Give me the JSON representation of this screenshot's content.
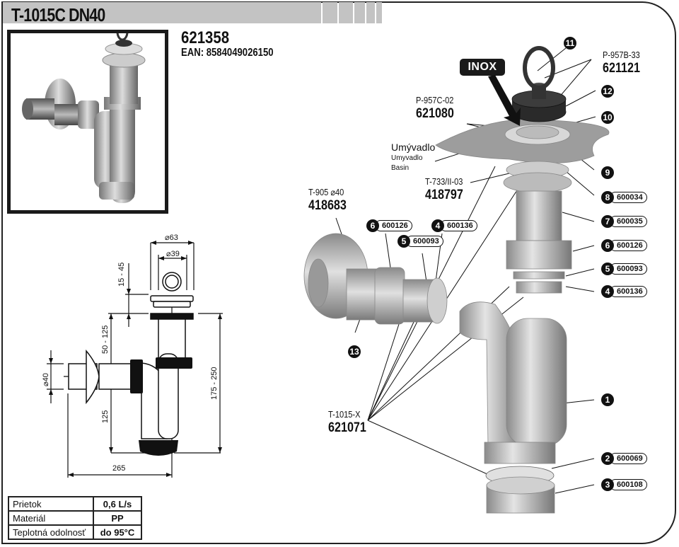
{
  "header": {
    "title": "T-1015C DN40",
    "product_code": "621358",
    "ean": "EAN: 8584049026150"
  },
  "dimensions": {
    "d63": "⌀63",
    "d39": "⌀39",
    "h15_45": "15 - 45",
    "h50_125": "50 - 125",
    "d40": "⌀40",
    "h125": "125",
    "h175_250": "175 - 250",
    "w265": "265"
  },
  "callouts": {
    "inox": "INOX",
    "p957b_name": "P-957B-33",
    "p957b_code": "621121",
    "p957c_name": "P-957C-02",
    "p957c_code": "621080",
    "basin_title": "Umývadlo",
    "basin_sub1": "Umyvadlo",
    "basin_sub2": "Basin",
    "t733_name": "T-733/II-03",
    "t733_code": "418797",
    "t905_name": "T-905 ⌀40",
    "t905_code": "418683",
    "t1015x_name": "T-1015-X",
    "t1015x_code": "621071"
  },
  "parts": [
    {
      "num": "11",
      "code": ""
    },
    {
      "num": "12",
      "code": ""
    },
    {
      "num": "10",
      "code": ""
    },
    {
      "num": "9",
      "code": ""
    },
    {
      "num": "8",
      "code": "600034"
    },
    {
      "num": "7",
      "code": "600035"
    },
    {
      "num": "6",
      "code": "600126"
    },
    {
      "num": "5",
      "code": "600093"
    },
    {
      "num": "4",
      "code": "600136"
    },
    {
      "num": "1",
      "code": ""
    },
    {
      "num": "2",
      "code": "600069"
    },
    {
      "num": "3",
      "code": "600108"
    },
    {
      "num": "13",
      "code": ""
    }
  ],
  "side_parts": [
    {
      "num": "6",
      "code": "600126"
    },
    {
      "num": "5",
      "code": "600093"
    },
    {
      "num": "4",
      "code": "600136"
    }
  ],
  "specs": [
    {
      "label": "Prietok",
      "value": "0,6 L/s"
    },
    {
      "label": "Materiál",
      "value": "PP"
    },
    {
      "label": "Teplotná odolnosť",
      "value": "do 95°C"
    }
  ]
}
